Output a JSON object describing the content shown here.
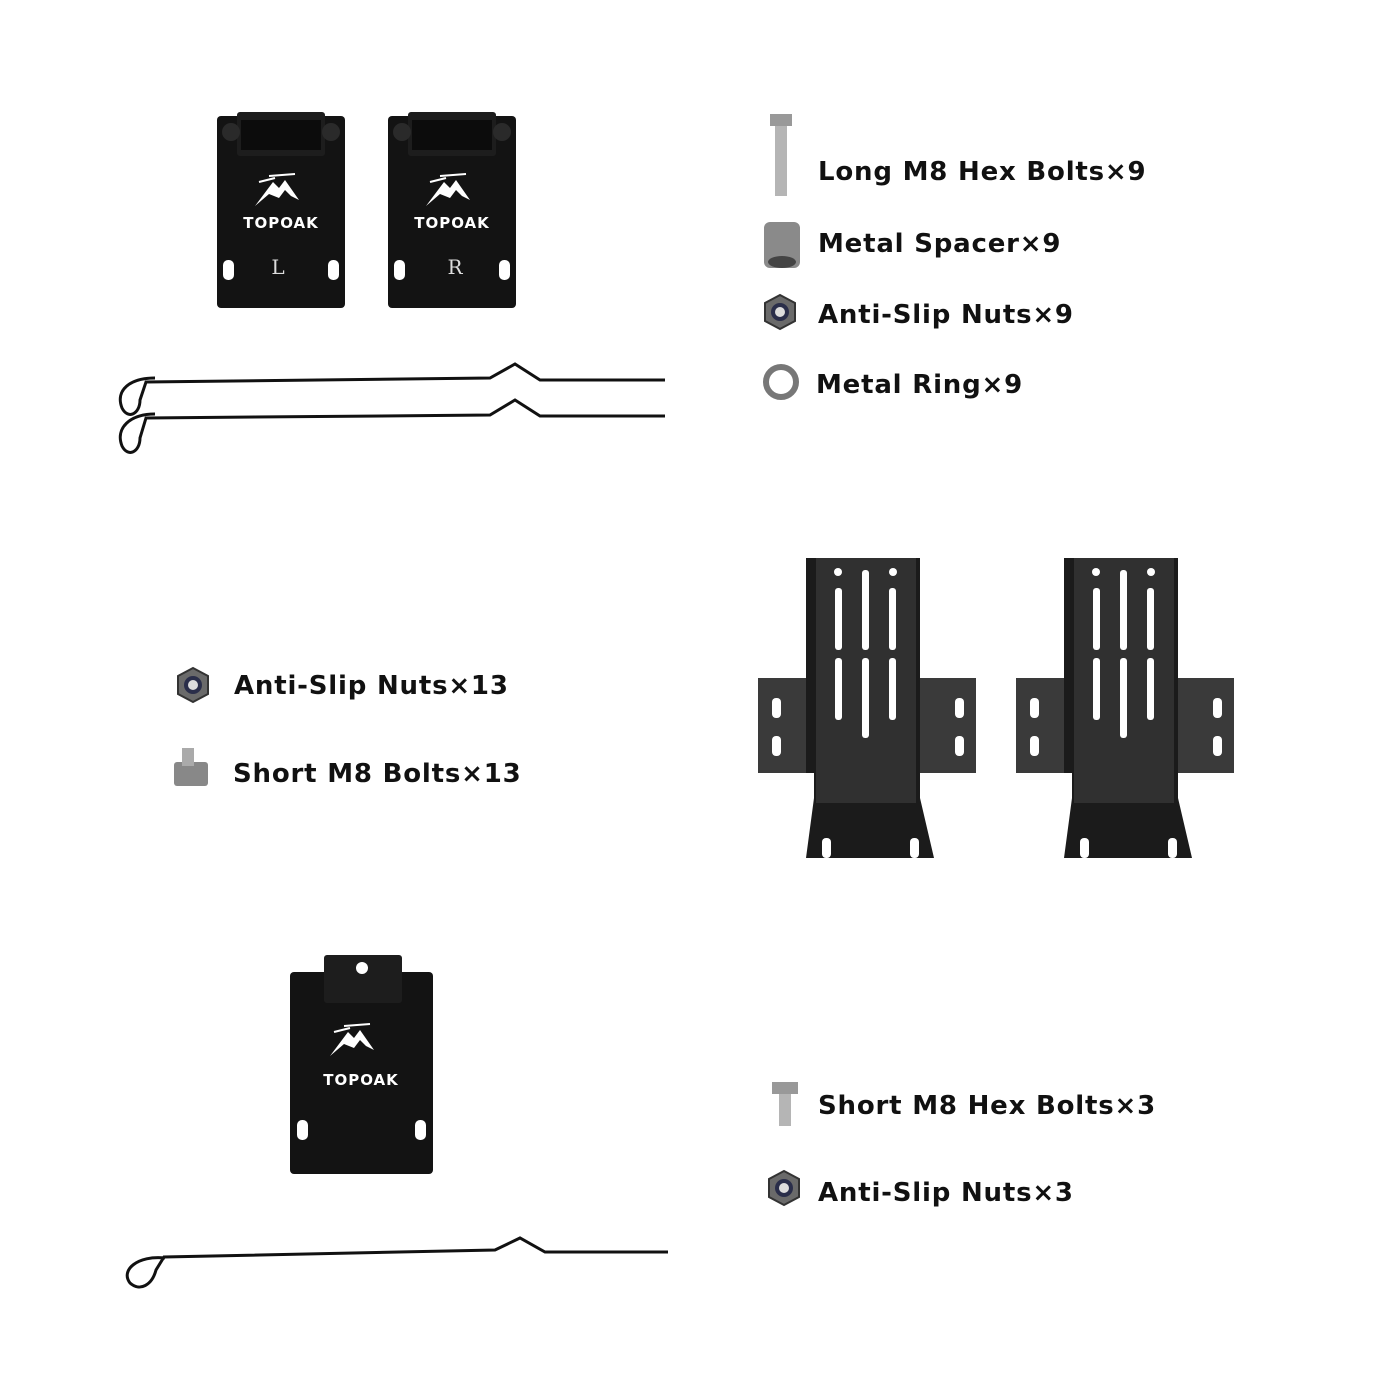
{
  "brand_logo_text": "TOPOAK",
  "colors": {
    "metal_black": "#111111",
    "text": "#111111",
    "steel": "#9a9a9a",
    "background": "#ffffff"
  },
  "kit_top": {
    "plate_left_mark": "L",
    "plate_right_mark": "R",
    "hardware": [
      {
        "label": "Long M8 Hex Bolts×9",
        "icon": "long-hex-bolt-icon"
      },
      {
        "label": "Metal Spacer×9",
        "icon": "metal-spacer-icon"
      },
      {
        "label": "Anti-Slip Nuts×9",
        "icon": "anti-slip-nut-icon"
      },
      {
        "label": "Metal Ring×9",
        "icon": "metal-ring-icon"
      }
    ]
  },
  "kit_middle": {
    "hardware": [
      {
        "label": "Anti-Slip Nuts×13",
        "icon": "anti-slip-nut-icon"
      },
      {
        "label": "Short M8 Bolts×13",
        "icon": "t-bolt-icon"
      }
    ]
  },
  "kit_bottom": {
    "hardware": [
      {
        "label": "Short M8 Hex Bolts×3",
        "icon": "short-hex-bolt-icon"
      },
      {
        "label": "Anti-Slip Nuts×3",
        "icon": "anti-slip-nut-icon"
      }
    ]
  }
}
